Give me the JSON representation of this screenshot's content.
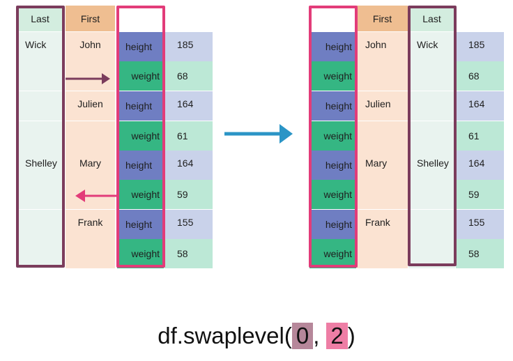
{
  "colors": {
    "last_bg": "#e9f3ef",
    "last_header_bg": "#d3eddf",
    "first_bg": "#fbe3d2",
    "first_header_bg": "#efbe91",
    "height_bg": "#6f7ec2",
    "weight_bg": "#35b683",
    "value_height_bg": "#c9d2ea",
    "value_weight_bg": "#bce8d6",
    "frame_dark": "#7b3c5c",
    "frame_pink": "#e23c79",
    "big_arrow": "#2b95c6",
    "highlight_0": "#b6879a",
    "highlight_2": "#ee7ea5"
  },
  "left_table": {
    "headers": {
      "last": "Last",
      "first": "First",
      "attr": "",
      "value": ""
    },
    "rows": [
      {
        "last": "Wick",
        "first": "John",
        "attr": "height",
        "value": "185"
      },
      {
        "last": "",
        "first": "",
        "attr": "weight",
        "value": "68"
      },
      {
        "last": "",
        "first": "Julien",
        "attr": "height",
        "value": "164"
      },
      {
        "last": "",
        "first": "",
        "attr": "weight",
        "value": "61"
      },
      {
        "last": "Shelley",
        "first": "Mary",
        "attr": "height",
        "value": "164"
      },
      {
        "last": "",
        "first": "",
        "attr": "weight",
        "value": "59"
      },
      {
        "last": "",
        "first": "Frank",
        "attr": "height",
        "value": "155"
      },
      {
        "last": "",
        "first": "",
        "attr": "weight",
        "value": "58"
      }
    ]
  },
  "right_table": {
    "headers": {
      "attr": "",
      "first": "First",
      "last": "Last",
      "value": ""
    },
    "rows": [
      {
        "attr": "height",
        "first": "John",
        "last": "Wick",
        "value": "185"
      },
      {
        "attr": "weight",
        "first": "",
        "last": "",
        "value": "68"
      },
      {
        "attr": "height",
        "first": "Julien",
        "last": "",
        "value": "164"
      },
      {
        "attr": "weight",
        "first": "",
        "last": "",
        "value": "61"
      },
      {
        "attr": "height",
        "first": "Mary",
        "last": "Shelley",
        "value": "164"
      },
      {
        "attr": "weight",
        "first": "",
        "last": "",
        "value": "59"
      },
      {
        "attr": "height",
        "first": "Frank",
        "last": "",
        "value": "155"
      },
      {
        "attr": "weight",
        "first": "",
        "last": "",
        "value": "58"
      }
    ]
  },
  "code": {
    "prefix": "df.swaplevel(",
    "arg1": "0",
    "separator": ",",
    "arg2": "2",
    "suffix": ")"
  }
}
